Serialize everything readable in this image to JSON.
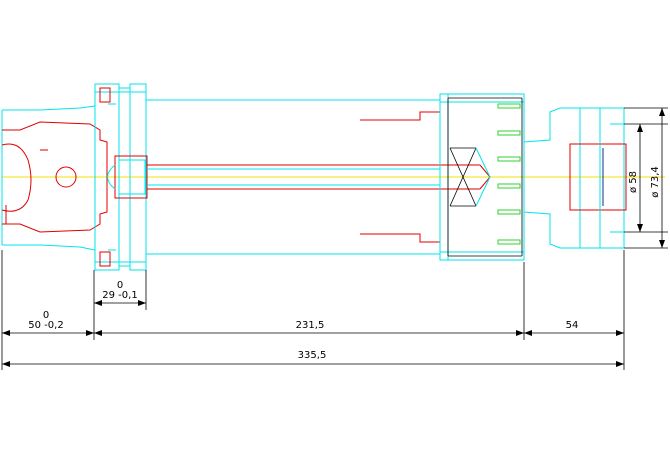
{
  "dimensions": {
    "d1_top": "0",
    "d1_bottom": "50 -0,2",
    "d2_top": "0",
    "d2_bottom": "29 -0,1",
    "d3": "231,5",
    "d4": "54",
    "total": "335,5",
    "dia_inner": "ø 58",
    "dia_outer": "ø 73,4"
  },
  "colors": {
    "outline": "#00e5ee",
    "section": "#e00000",
    "dimension": "#000000",
    "centerline": "#f0e000",
    "accent": "#2fd02f"
  }
}
